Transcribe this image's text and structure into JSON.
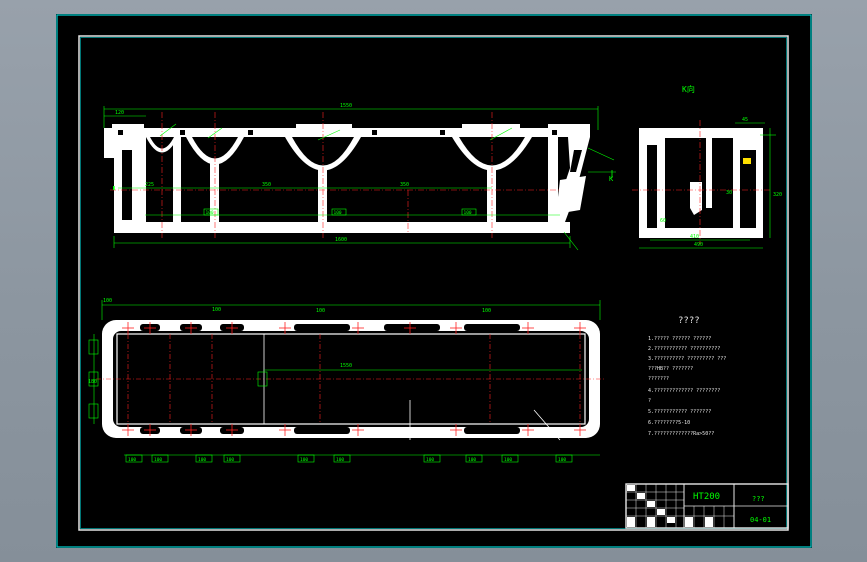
{
  "drawing": {
    "view_label": "K向",
    "top_view_labels": {
      "overall_length": "1550",
      "left_offset": "120",
      "dim_a": "225",
      "dim_b": "350",
      "dim_c": "350",
      "bottom_length": "1600",
      "box_dims": [
        "100",
        "100",
        "100"
      ]
    },
    "side_view_labels": {
      "width": "490",
      "inner": "410",
      "height": "320",
      "small": [
        "45",
        "30",
        "60"
      ]
    },
    "k_marker": "K",
    "plan_view_labels": {
      "top_dims": [
        "100",
        "100",
        "100",
        "100"
      ],
      "center_dim": "1550",
      "left_dim": "180",
      "bottom_dims": [
        "100",
        "100",
        "100",
        "100",
        "100",
        "100",
        "100",
        "100",
        "100",
        "100"
      ]
    },
    "notes_title": "????",
    "notes": [
      "1.????? ?????? ??????",
      "2.??????????? ??????????",
      "3.?????????? ????????? ???",
      "  ???HB?? ???????",
      "  ???????",
      "4.????????????? ????????",
      "  ?",
      "5.??????????? ???????",
      "6.????????5-10",
      "7.?????????????Ra>50??"
    ]
  },
  "title_block": {
    "material": "HT200",
    "name": "???",
    "code": "04-01"
  },
  "colors": {
    "outer_background": "#8f98a3",
    "sheet": "#000000",
    "frame": "#00c4c4",
    "part_fill": "#ffffff",
    "dimension": "#00ff00",
    "centerline": "#ff2020",
    "note_text": "#e8e8e8"
  }
}
